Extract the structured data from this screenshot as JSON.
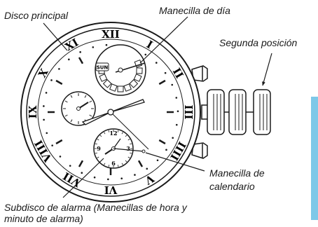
{
  "labels": {
    "main_dial": "Disco principal",
    "day_hand": "Manecilla de día",
    "second_position": "Segunda posición",
    "date_hand": "Manecilla de calendario",
    "alarm_subdial_line1": "Subdisco de alarma (Manecillas de hora y",
    "alarm_subdial_line2": "minuto de alarma)"
  },
  "dial": {
    "roman_numerals": [
      "XII",
      "I",
      "II",
      "III",
      "IIII",
      "V",
      "VI",
      "VII",
      "VIII",
      "IX",
      "X",
      "XI"
    ],
    "day_window": "SUN",
    "alarm_subdial_numbers": [
      "12",
      "3",
      "6",
      "9"
    ]
  },
  "colors": {
    "line": "#1a1a1a",
    "accent_bar": "#7ec8e8"
  }
}
